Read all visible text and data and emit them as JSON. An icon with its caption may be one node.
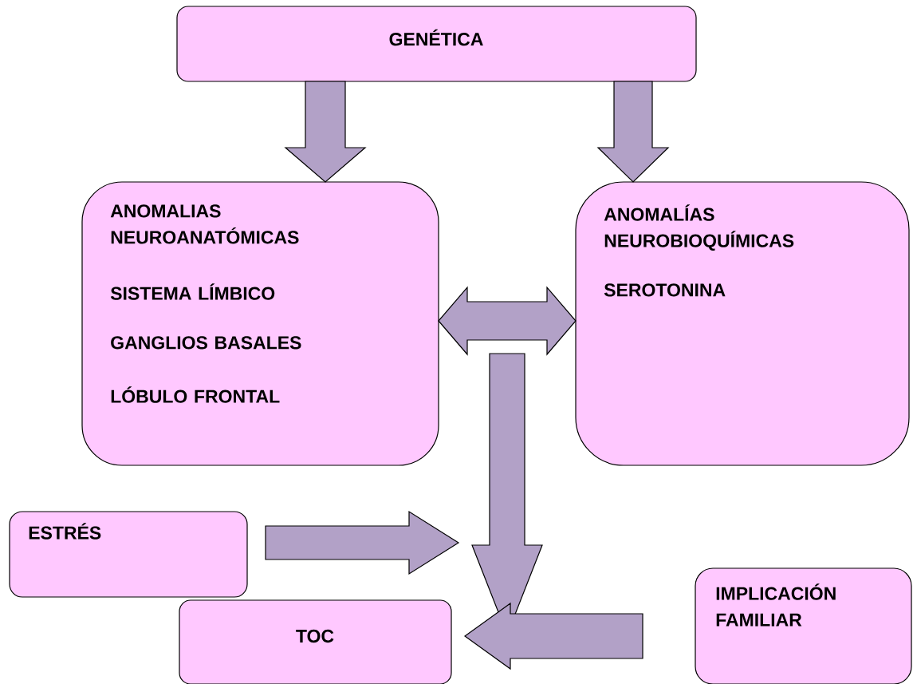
{
  "diagram": {
    "nodes": [
      {
        "text": [
          "GENÉTICA"
        ]
      },
      {
        "text": [
          "ANOMALIAS NEUROANATÓMICAS",
          "SISTEMA LÍMBICO",
          "GANGLIOS BASALES",
          "LÓBULO FRONTAL"
        ]
      },
      {
        "text": [
          "ANOMALÍAS NEUROBIOQUÍMICAS",
          "SEROTONINA"
        ]
      },
      {
        "text": [
          "ESTRÉS"
        ]
      },
      {
        "text": [
          "IMPLICACIÓN FAMILIAR"
        ]
      },
      {
        "text": [
          "TOC"
        ]
      }
    ],
    "edges": [
      {
        "from": 0,
        "to": 1,
        "arrow": "to"
      },
      {
        "from": 0,
        "to": 2,
        "arrow": "to"
      },
      {
        "from": 1,
        "to": 2,
        "arrow": "both"
      },
      {
        "from": null,
        "to": 5,
        "arrow": "to"
      },
      {
        "from": 3,
        "to": null,
        "arrow": "to"
      },
      {
        "from": 4,
        "to": 5,
        "arrow": "to"
      }
    ]
  }
}
